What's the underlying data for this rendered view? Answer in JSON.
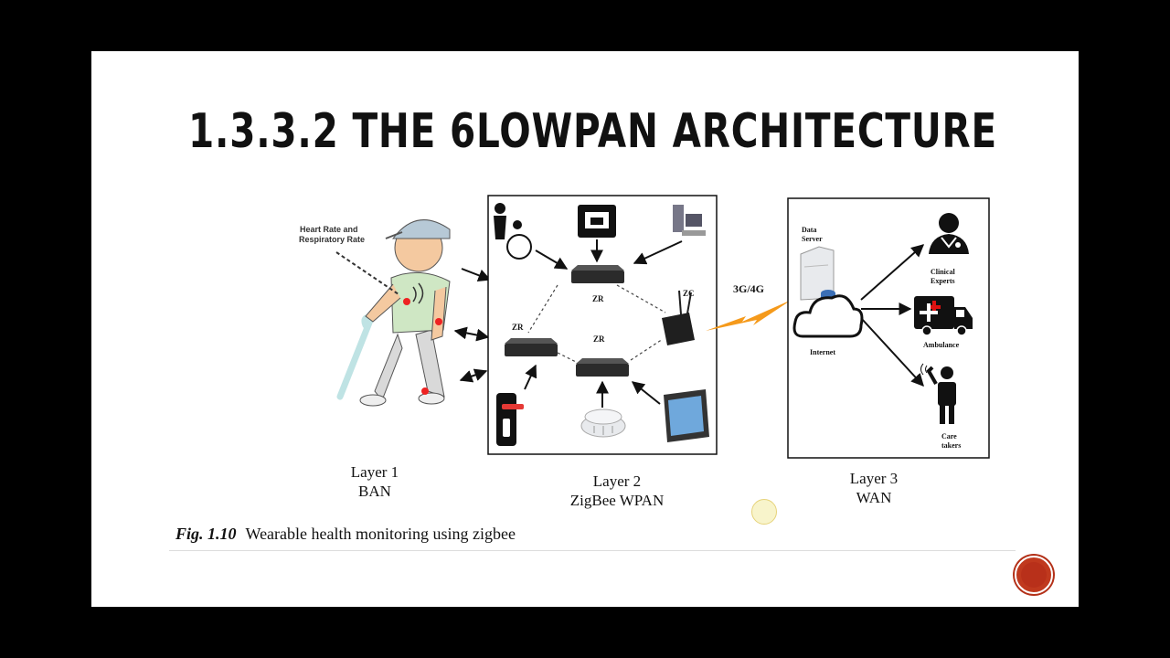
{
  "slide": {
    "title": "1.3.3.2 THE 6LOWPAN ARCHITECTURE",
    "caption": {
      "fig": "Fig. 1.10",
      "text": "Wearable health monitoring using zigbee"
    }
  },
  "diagram": {
    "layer1": {
      "title": "Layer 1",
      "subtitle": "BAN",
      "annotation_line1": "Heart Rate and",
      "annotation_line2": "Respiratory Rate"
    },
    "layer2": {
      "title": "Layer 2",
      "subtitle": "ZigBee WPAN",
      "router_label": "ZR",
      "coordinator_label": "ZC"
    },
    "link": {
      "label": "3G/4G"
    },
    "layer3": {
      "title": "Layer 3",
      "subtitle": "WAN",
      "data_server_line1": "Data",
      "data_server_line2": "Server",
      "internet": "Internet",
      "clinical_line1": "Clinical",
      "clinical_line2": "Experts",
      "ambulance": "Ambulance",
      "care_line1": "Care",
      "care_line2": "takers"
    }
  },
  "colors": {
    "accent_red": "#c0391e",
    "bolt_orange": "#f59a1b",
    "ambulance_red": "#d11"
  }
}
